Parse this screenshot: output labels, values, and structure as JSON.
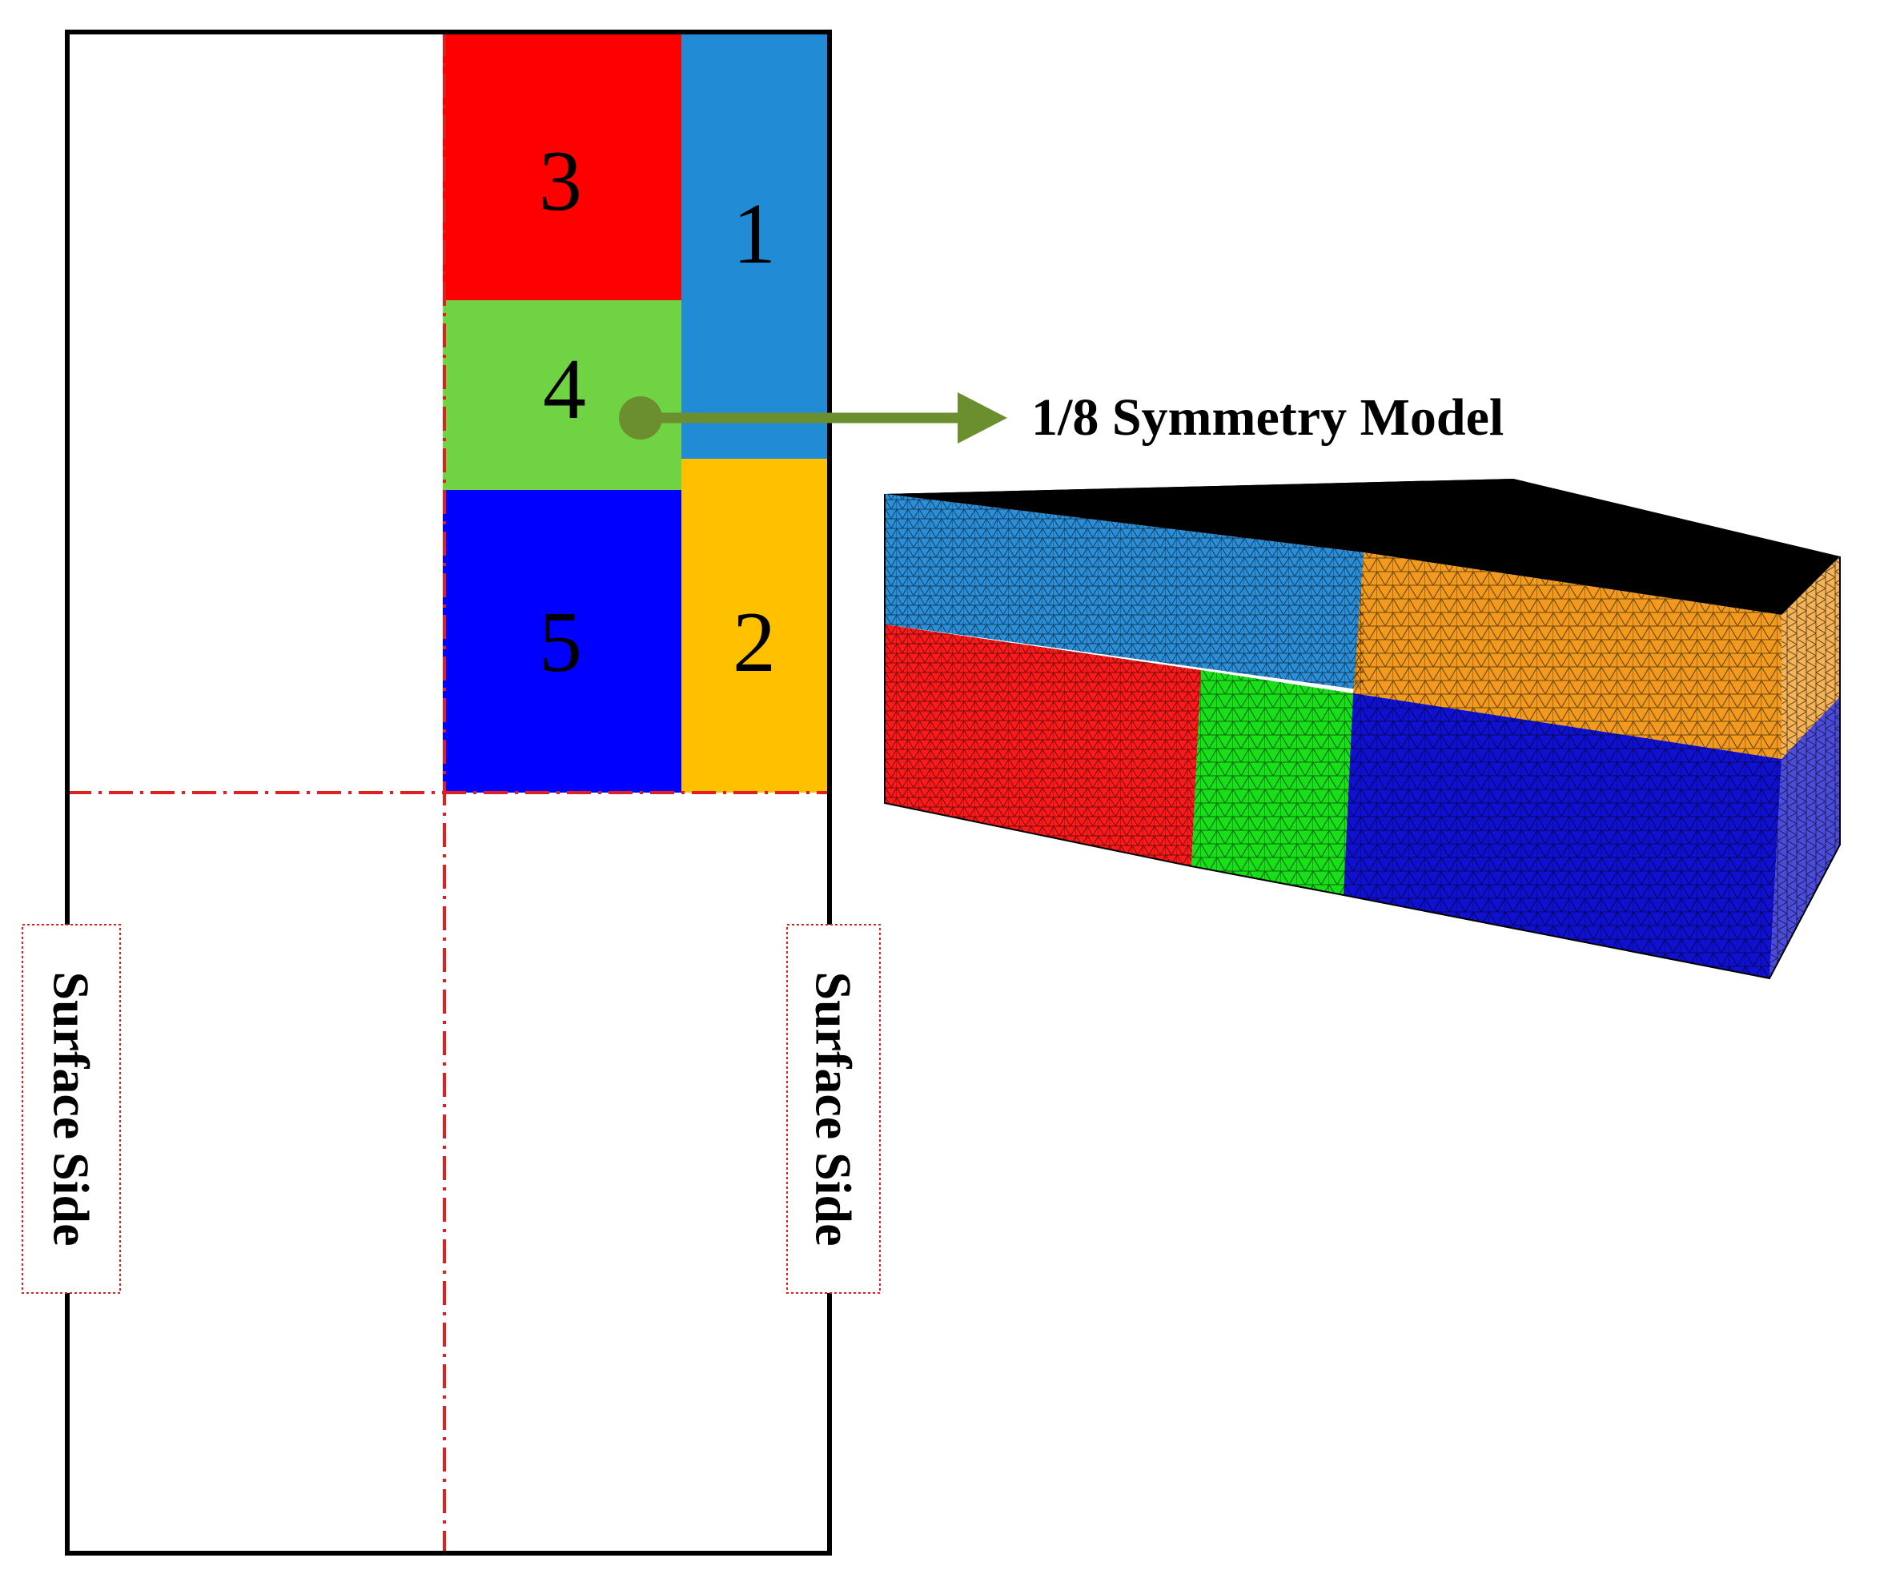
{
  "regions": [
    {
      "number": "1",
      "color": "#228bd6"
    },
    {
      "number": "2",
      "color": "#ffc000"
    },
    {
      "number": "3",
      "color": "#ff0000"
    },
    {
      "number": "4",
      "color": "#6fd344"
    },
    {
      "number": "5",
      "color": "#0000ff"
    }
  ],
  "callout": {
    "label": "1/8 Symmetry Model",
    "arrow_color": "#6b8e2f"
  },
  "side_labels": {
    "left": "Surface Side",
    "right": "Surface Side"
  },
  "mesh_model": {
    "colors": {
      "blue": "#2a8fd8",
      "orange": "#f29a1e",
      "red": "#ff1a1a",
      "green": "#18e018",
      "navy": "#1010d0",
      "top": "#000000"
    }
  },
  "symmetry_line_color": "#e02020"
}
